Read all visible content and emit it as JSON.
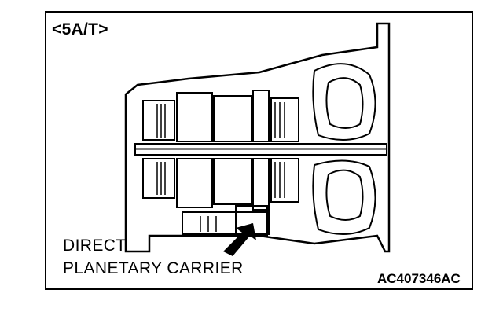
{
  "figure": {
    "variant_label": "<5A/T>",
    "callout_lines": [
      "DIRECT",
      "PLANETARY CARRIER"
    ],
    "figure_id": "AC407346AC"
  }
}
